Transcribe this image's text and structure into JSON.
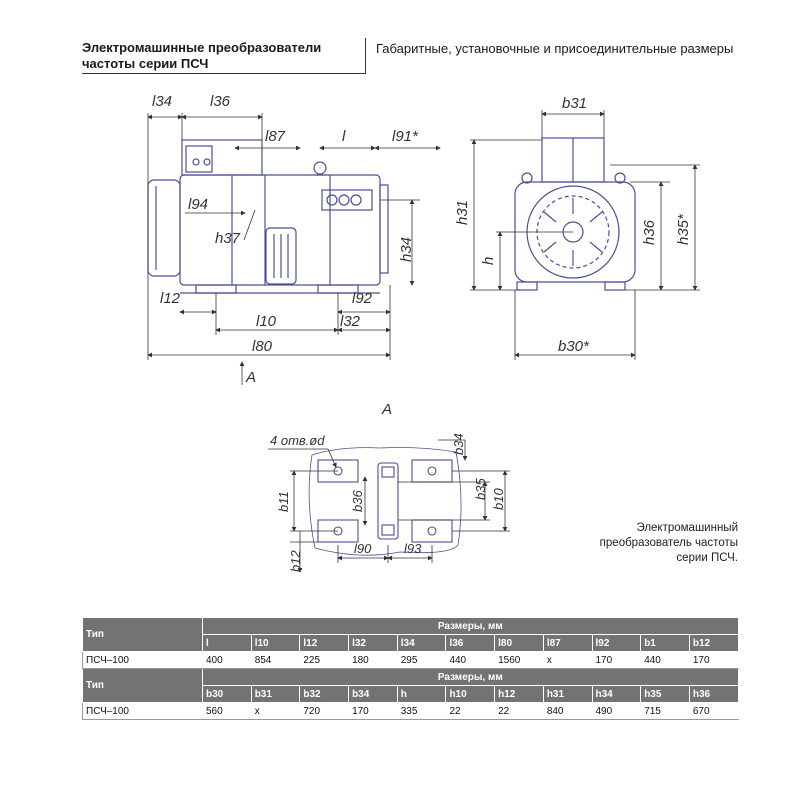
{
  "header": {
    "title_line1": "Электромашинные преобразователи",
    "title_line2": "частоты серии ПСЧ",
    "subtitle": "Габаритные, установочные и присоединительные размеры"
  },
  "drawing": {
    "side_view_labels": {
      "l34": "l34",
      "l36": "l36",
      "l87": "l87",
      "l": "l",
      "l91": "l91*",
      "l94": "l94",
      "h37": "h37",
      "h34": "h34",
      "l12": "l12",
      "l92": "l92",
      "l10": "l10",
      "l32": "l32",
      "l80": "l80",
      "arrow_a": "A"
    },
    "front_view_labels": {
      "b31": "b31",
      "h31": "h31",
      "h": "h",
      "h36": "h36",
      "h35": "h35*",
      "b30": "b30*"
    },
    "detail_view_labels": {
      "title": "A",
      "holes": "4 отв.ød",
      "b34": "b34",
      "b35": "b35",
      "b10": "b10",
      "b11": "b11",
      "b36": "b36",
      "b12": "b12",
      "l90": "l90",
      "l93": "l93"
    },
    "line_color": "#4a4f96"
  },
  "caption": {
    "line1": "Электромашинный",
    "line2": "преобразователь частоты",
    "line3": "серии ПСЧ."
  },
  "table": {
    "type_header": "Тип",
    "group_header": "Размеры, мм",
    "part1": {
      "columns": [
        "l",
        "l10",
        "l12",
        "l32",
        "l34",
        "l36",
        "l80",
        "l87",
        "l92",
        "b1",
        "b12"
      ],
      "row": {
        "type": "ПСЧ–100",
        "values": [
          "400",
          "854",
          "225",
          "180",
          "295",
          "440",
          "1560",
          "х",
          "170",
          "440",
          "170"
        ]
      }
    },
    "part2": {
      "columns": [
        "b30",
        "b31",
        "b32",
        "b34",
        "h",
        "h10",
        "h12",
        "h31",
        "h34",
        "h35",
        "h36"
      ],
      "row": {
        "type": "ПСЧ–100",
        "values": [
          "560",
          "х",
          "720",
          "170",
          "335",
          "22",
          "22",
          "840",
          "490",
          "715",
          "670"
        ]
      }
    }
  }
}
